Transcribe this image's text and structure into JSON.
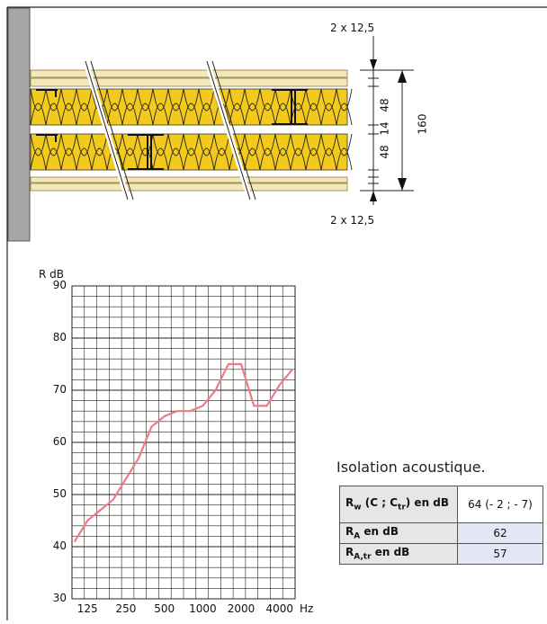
{
  "section": {
    "dim_top": "2 x 12,5",
    "dim_bottom": "2 x 12,5",
    "dim_48_a": "48",
    "dim_14": "14",
    "dim_48_b": "48",
    "dim_total": "160",
    "colors": {
      "board": "#f4e7b8",
      "insulation": "#f2c91c",
      "wall": "#a6a6a6"
    }
  },
  "chart_data": {
    "type": "line",
    "ylabel": "R dB",
    "xunit": "Hz",
    "ylim": [
      30,
      90
    ],
    "yticks": [
      30,
      40,
      50,
      60,
      70,
      80,
      90
    ],
    "xticks": [
      "125",
      "250",
      "500",
      "1000",
      "2000",
      "4000"
    ],
    "x": [
      "100",
      "125",
      "160",
      "200",
      "250",
      "315",
      "400",
      "500",
      "630",
      "800",
      "1000",
      "1250",
      "1600",
      "2000",
      "2500",
      "3150",
      "4000",
      "5000"
    ],
    "series": [
      {
        "color": "#f07a86",
        "values": [
          41,
          45,
          47,
          49,
          53,
          57,
          63,
          65,
          66,
          66,
          67,
          70,
          75,
          75,
          67,
          67,
          71,
          74
        ]
      }
    ],
    "grid": true
  },
  "acoustic": {
    "title": "Isolation acoustique.",
    "rows": [
      {
        "label": "R",
        "sub": "w",
        "rest": " (C ; C",
        "sub2": "tr",
        "rest2": ") en dB",
        "value": "64 (- 2 ; - 7)"
      },
      {
        "label": "R",
        "sub": "A",
        "rest": " en dB",
        "value": "62"
      },
      {
        "label": "R",
        "sub": "A,tr",
        "rest": " en dB",
        "value": "57"
      }
    ]
  }
}
